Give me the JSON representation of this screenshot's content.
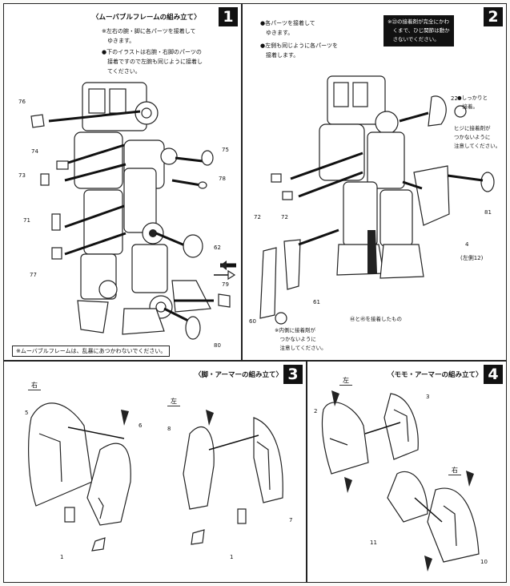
{
  "panel1": {
    "number": "1",
    "title": "〈ムーバブルフレームの組み立て〉",
    "note1": "※左右の腕・脚に各パーツを接着して\n　ゆきます。",
    "note2": "●下のイラストは右腕・右脚のパーツの\n　接着ですので左腕も同じように接着し\n　てください。",
    "labels": [
      "76",
      "74",
      "73",
      "71",
      "77",
      "75",
      "78",
      "62",
      "79",
      "80"
    ],
    "footnote": "※ムーバブルフレームは、乱暴にあつかわないでください。"
  },
  "panel2": {
    "number": "2",
    "note1": "●各パーツを接着して\n　ゆきます。",
    "note2": "●左側も同じように各パーツを\n　接着します。",
    "warning": "※㉒の接着剤が完全にかわ\n　くまで、ひじ関節は動か\n　さないでください。",
    "callout_a": "●しっかりと\n　接着。",
    "callout_b": "ヒジに接着剤が\nつかないように\n注意してください。",
    "callout_c": "※内側に接着剤が\n　つかないように\n　注意してください。",
    "callout_d": "㊹と㊺を接着したもの",
    "labels": [
      "22",
      "72",
      "72",
      "81",
      "4",
      "(左側12)",
      "61",
      "60"
    ]
  },
  "panel3": {
    "number": "3",
    "title": "〈脚・アーマーの組み立て〉",
    "right_label": "右",
    "left_label": "左",
    "labels": [
      "5",
      "6",
      "1",
      "8",
      "7",
      "1"
    ]
  },
  "panel4": {
    "number": "4",
    "title": "〈モモ・アーマーの組み立て〉",
    "left_label": "左",
    "right_label": "右",
    "labels": [
      "2",
      "3",
      "11",
      "10"
    ]
  }
}
